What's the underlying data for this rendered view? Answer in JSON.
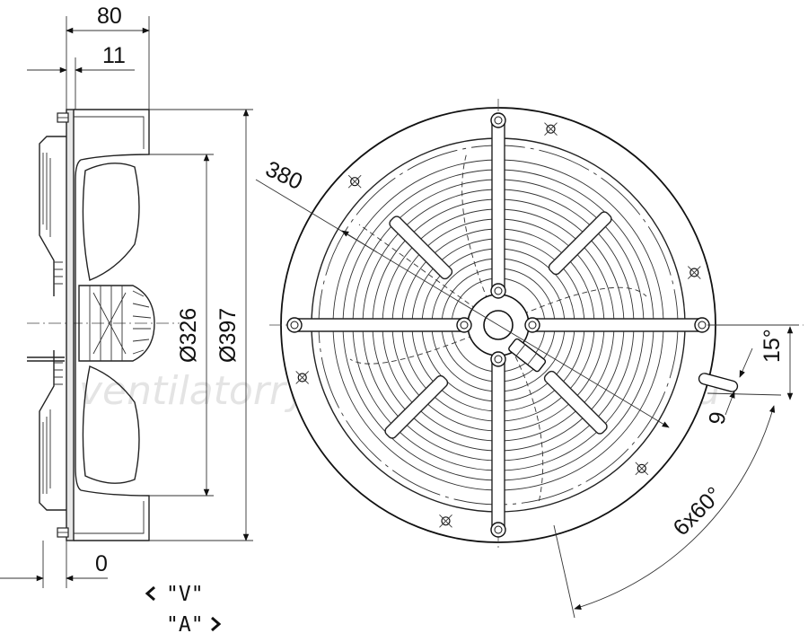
{
  "watermark": "ventilatorry.ru",
  "side_view": {
    "dim_top_outer": "80",
    "dim_top_inner": "11",
    "dim_bottom": "0",
    "dim_inner_diameter": "Ø326",
    "dim_outer_diameter": "Ø397",
    "label_v": "\"V\"",
    "label_a": "\"A\""
  },
  "front_view": {
    "dim_hole_circle": "380",
    "dim_hole_size": "9",
    "dim_angle": "15°",
    "dim_pattern": "6x60°"
  }
}
